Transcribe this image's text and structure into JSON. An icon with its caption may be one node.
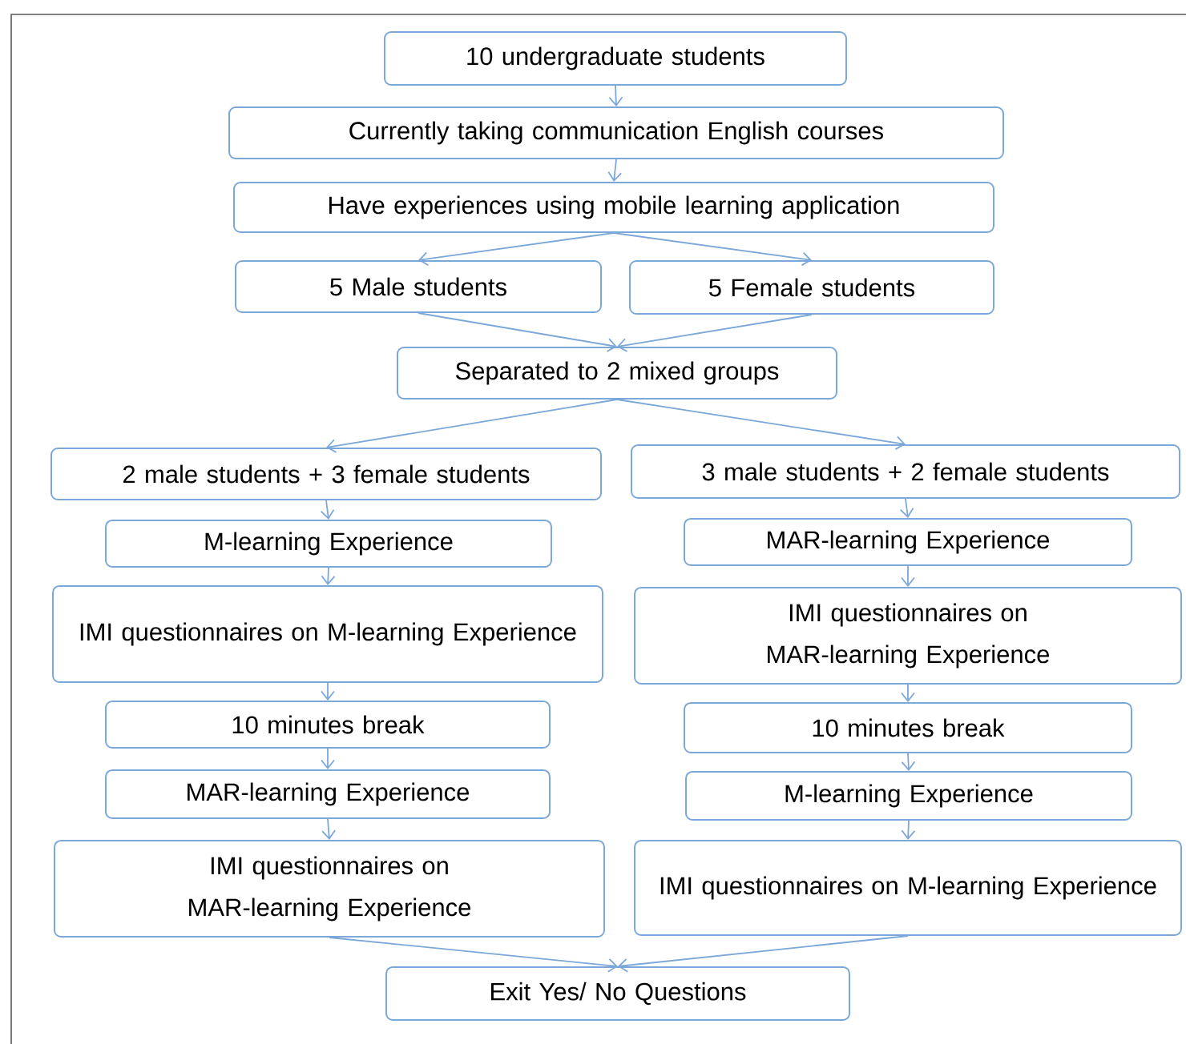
{
  "diagram": {
    "nodes": [
      {
        "text": [
          "10 undergraduate students"
        ]
      },
      {
        "text": [
          "Currently taking communication English courses"
        ]
      },
      {
        "text": [
          "Have experiences using mobile learning application"
        ]
      },
      {
        "text": [
          "5 Male students"
        ]
      },
      {
        "text": [
          "5 Female students"
        ]
      },
      {
        "text": [
          "Separated to 2 mixed groups"
        ]
      },
      {
        "text": [
          "2 male students + 3 female students"
        ]
      },
      {
        "text": [
          "3 male students + 2 female students"
        ]
      },
      {
        "text": [
          "M-learning Experience"
        ]
      },
      {
        "text": [
          "MAR-learning Experience"
        ]
      },
      {
        "text": [
          "IMI questionnaires on M-learning Experience"
        ]
      },
      {
        "text": [
          "IMI questionnaires on MAR-learning Experience"
        ]
      },
      {
        "text": [
          "10 minutes break"
        ]
      },
      {
        "text": [
          "10 minutes break"
        ]
      },
      {
        "text": [
          "MAR-learning Experience"
        ]
      },
      {
        "text": [
          "M-learning Experience"
        ]
      },
      {
        "text": [
          "IMI questionnaires on MAR-learning Experience"
        ]
      },
      {
        "text": [
          "IMI questionnaires on M-learning Experience"
        ]
      },
      {
        "text": [
          "Exit Yes/ No Questions"
        ]
      }
    ],
    "edges": [
      {
        "from": 0,
        "to": 1,
        "arrow": "to"
      },
      {
        "from": 1,
        "to": 2,
        "arrow": "to"
      },
      {
        "from": 2,
        "to": 3,
        "arrow": "to"
      },
      {
        "from": 2,
        "to": 4,
        "arrow": "to"
      },
      {
        "from": 3,
        "to": 5,
        "arrow": "to"
      },
      {
        "from": 4,
        "to": 5,
        "arrow": "to"
      },
      {
        "from": 5,
        "to": 6,
        "arrow": "to"
      },
      {
        "from": 5,
        "to": 7,
        "arrow": "to"
      },
      {
        "from": 6,
        "to": 8,
        "arrow": "to"
      },
      {
        "from": 8,
        "to": 10,
        "arrow": "to"
      },
      {
        "from": 10,
        "to": 12,
        "arrow": "to"
      },
      {
        "from": 12,
        "to": 14,
        "arrow": "to"
      },
      {
        "from": 14,
        "to": 16,
        "arrow": "to"
      },
      {
        "from": 7,
        "to": 9,
        "arrow": "to"
      },
      {
        "from": 9,
        "to": 11,
        "arrow": "to"
      },
      {
        "from": 11,
        "to": 13,
        "arrow": "to"
      },
      {
        "from": 13,
        "to": 15,
        "arrow": "to"
      },
      {
        "from": 15,
        "to": 17,
        "arrow": "to"
      },
      {
        "from": 16,
        "to": 18,
        "arrow": "to"
      },
      {
        "from": 17,
        "to": 18,
        "arrow": "to"
      }
    ]
  }
}
